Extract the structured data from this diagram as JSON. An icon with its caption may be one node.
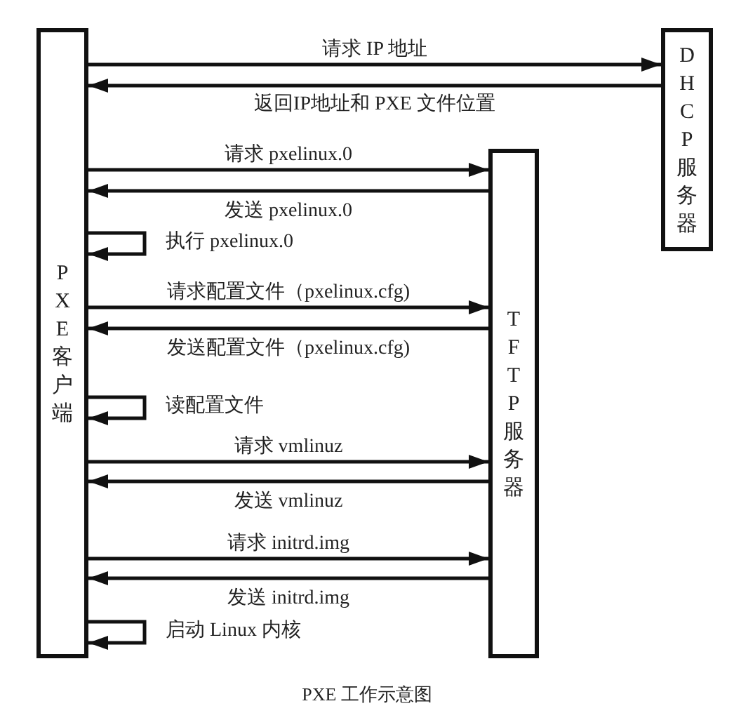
{
  "diagram": {
    "caption": "PXE 工作示意图",
    "nodes": [
      {
        "text": [
          "PXE 客户端"
        ]
      },
      {
        "text": [
          "TFTP 服务器"
        ]
      },
      {
        "text": [
          "DHCP服务器"
        ]
      }
    ],
    "edges": [
      {
        "from": 0,
        "to": 2,
        "arrow": "to",
        "label": "请求 IP 地址"
      },
      {
        "from": 2,
        "to": 0,
        "arrow": "to",
        "label": "返回IP地址和 PXE 文件位置"
      },
      {
        "from": 0,
        "to": 1,
        "arrow": "to",
        "label": "请求 pxelinux.0"
      },
      {
        "from": 1,
        "to": 0,
        "arrow": "to",
        "label": "发送 pxelinux.0"
      },
      {
        "from": 0,
        "to": 0,
        "arrow": "to",
        "label": "执行 pxelinux.0"
      },
      {
        "from": 0,
        "to": 1,
        "arrow": "to",
        "label": "请求配置文件（pxelinux.cfg)"
      },
      {
        "from": 1,
        "to": 0,
        "arrow": "to",
        "label": "发送配置文件（pxelinux.cfg)"
      },
      {
        "from": 0,
        "to": 0,
        "arrow": "to",
        "label": "读配置文件"
      },
      {
        "from": 0,
        "to": 1,
        "arrow": "to",
        "label": "请求 vmlinuz"
      },
      {
        "from": 1,
        "to": 0,
        "arrow": "to",
        "label": "发送 vmlinuz"
      },
      {
        "from": 0,
        "to": 1,
        "arrow": "to",
        "label": "请求 initrd.img"
      },
      {
        "from": 1,
        "to": 0,
        "arrow": "to",
        "label": "发送 initrd.img"
      },
      {
        "from": 0,
        "to": 0,
        "arrow": "to",
        "label": "启动 Linux 内核"
      }
    ]
  }
}
